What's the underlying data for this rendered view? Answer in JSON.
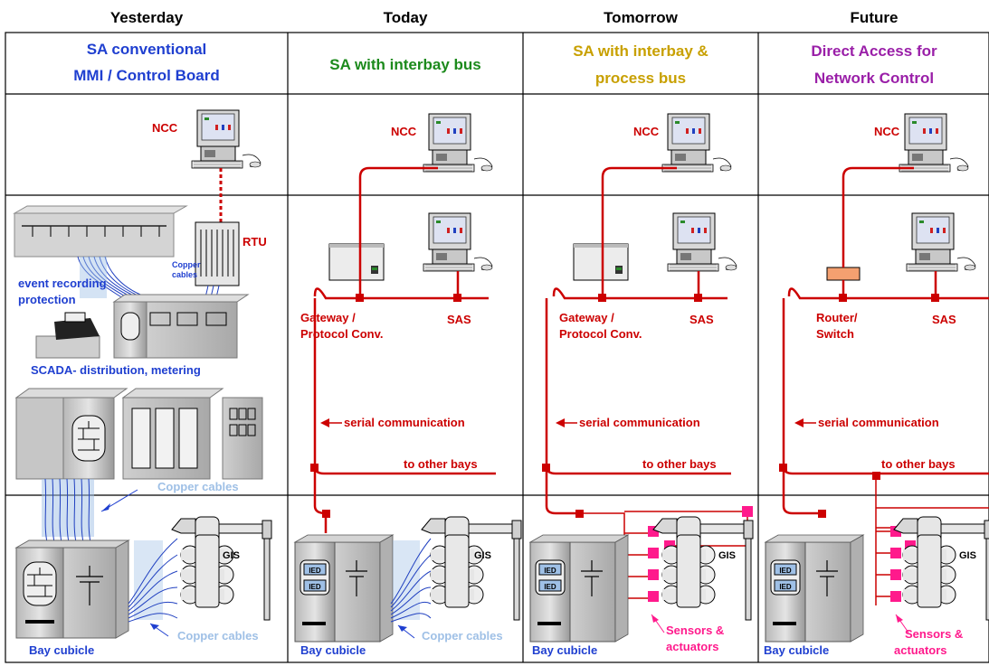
{
  "columns": [
    {
      "header": "Yesterday",
      "title_line1": "SA conventional",
      "title_line2": "MMI / Control Board"
    },
    {
      "header": "Today",
      "title_line1": "SA with interbay bus",
      "title_line2": ""
    },
    {
      "header": "Tomorrow",
      "title_line1": "SA with interbay &",
      "title_line2": "process bus"
    },
    {
      "header": "Future",
      "title_line1": "Direct Access for",
      "title_line2": "Network Control"
    }
  ],
  "labels": {
    "ncc": "NCC",
    "rtu": "RTU",
    "copper_small_1": "Copper",
    "copper_small_2": "cables",
    "event_1": "event recording",
    "event_2": "protection",
    "scada": "SCADA- distribution, metering",
    "copper_cables": "Copper cables",
    "bay_cubicle": "Bay cubicle",
    "gis": "GIS",
    "gateway_1": "Gateway /",
    "gateway_2": "Protocol Conv.",
    "sas": "SAS",
    "serial": "serial communication",
    "other_bays": "to other bays",
    "ied": "IED",
    "sensors_1": "Sensors &",
    "sensors_2": "actuators",
    "router_1": "Router/",
    "router_2": "Switch"
  },
  "colors": {
    "header_text": "#000000",
    "col1_title": "#1f3fd0",
    "col2_title": "#1c8a1c",
    "col3_title": "#c8a000",
    "col4_title": "#9a1fa8",
    "red": "#cc0000",
    "blue_label": "#1f3fd0",
    "light_blue": "#9fc0e6",
    "pink": "#ff1a8c"
  }
}
